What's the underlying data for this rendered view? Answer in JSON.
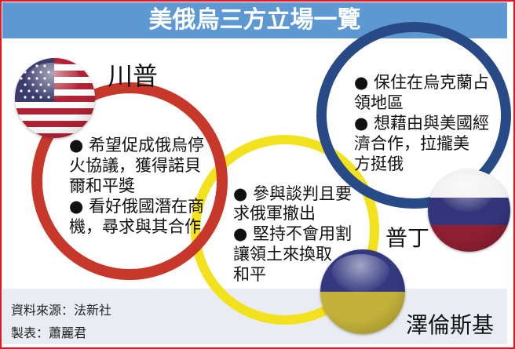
{
  "title": "美俄烏三方立場一覽",
  "colors": {
    "frame_border": "#e8141e",
    "title_bar": "#5e98d3",
    "footer_band": "#e9edf3",
    "us_ring": "#c8382a",
    "ukraine_ring": "#f2e11d",
    "russia_ring": "#284a87"
  },
  "parties": {
    "us": {
      "name": "川普",
      "flag_icon": "us-flag-icon",
      "points": [
        [
          "● 希望促成俄烏停",
          "火協議，獲得諾貝",
          "爾和平獎"
        ],
        [
          "● 看好俄國潛在商",
          "機，尋求與其合作"
        ]
      ]
    },
    "ukraine": {
      "name": "澤倫斯基",
      "flag_icon": "ukraine-flag-icon",
      "points": [
        [
          "● 參與談判且要",
          "求俄軍撤出"
        ],
        [
          "● 堅持不會用割",
          "讓領土來換取",
          "和平"
        ]
      ]
    },
    "russia": {
      "name": "普丁",
      "flag_icon": "russia-flag-icon",
      "points": [
        [
          "● 保住在烏克蘭占",
          "領地區"
        ],
        [
          "● 想藉由與美國經",
          "濟合作，拉攏美",
          "方挺俄"
        ]
      ]
    }
  },
  "footer": {
    "source": "資料來源：法新社",
    "maker": "製表：蕭麗君"
  }
}
